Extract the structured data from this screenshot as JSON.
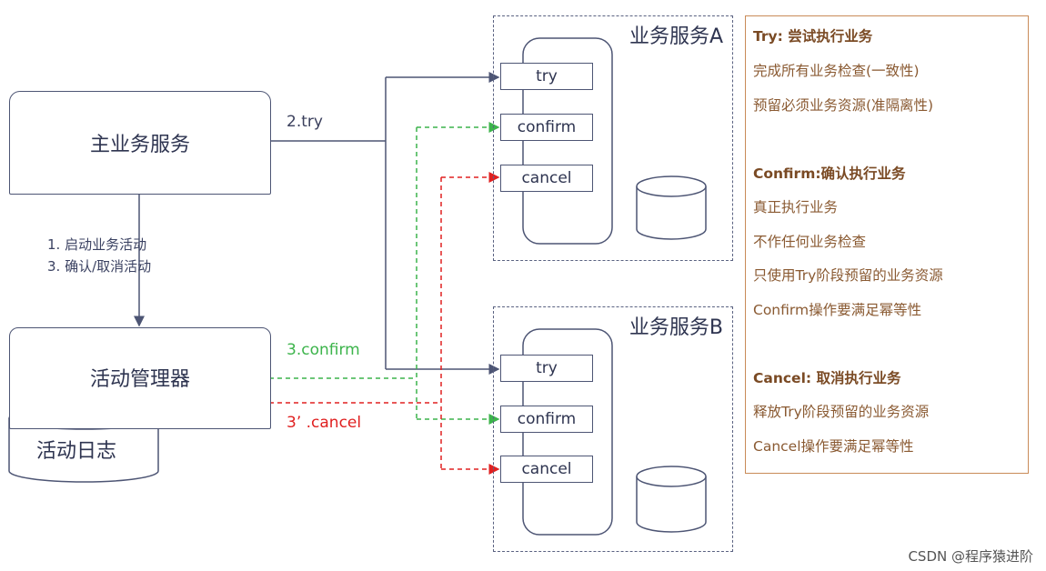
{
  "main_service": {
    "label": "主业务服务"
  },
  "side_notes": [
    "1. 启动业务活动",
    "3. 确认/取消活动"
  ],
  "activity_manager": {
    "label": "活动管理器",
    "log_label": "活动日志"
  },
  "edges": {
    "try": "2.try",
    "confirm": "3.confirm",
    "cancel": "3’ .cancel"
  },
  "services": [
    {
      "title": "业务服务A",
      "ops": [
        "try",
        "confirm",
        "cancel"
      ]
    },
    {
      "title": "业务服务B",
      "ops": [
        "try",
        "confirm",
        "cancel"
      ]
    }
  ],
  "notes": {
    "try_head": "Try: 尝试执行业务",
    "try_1": "完成所有业务检查(一致性)",
    "try_2": "预留必须业务资源(准隔离性)",
    "confirm_head": "Confirm:确认执行业务",
    "confirm_1": "真正执行业务",
    "confirm_2": "不作任何业务检查",
    "confirm_3": "只使用Try阶段预留的业务资源",
    "confirm_4": "Confirm操作要满足幂等性",
    "cancel_head": "Cancel: 取消执行业务",
    "cancel_1": "释放Try阶段预留的业务资源",
    "cancel_2": "Cancel操作要满足幂等性"
  },
  "watermark": "CSDN @程序猿进阶",
  "colors": {
    "line": "#4d5574",
    "confirm": "#3cb44b",
    "cancel": "#e02020",
    "note_border": "#c98b58",
    "note_text": "#8a5a32"
  }
}
